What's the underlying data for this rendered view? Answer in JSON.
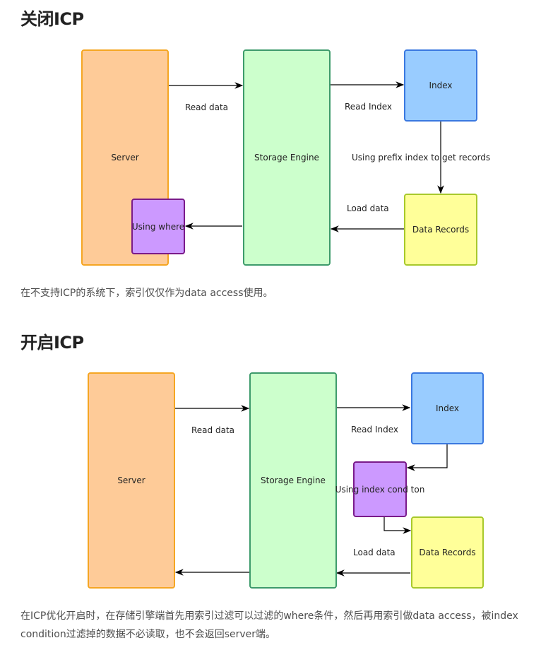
{
  "section1": {
    "title": "关闭ICP",
    "diagram": {
      "boxes": {
        "server": "Server",
        "storage_engine": "Storage Engine",
        "index": "Index",
        "data_records": "Data Records",
        "using_where": "Using where"
      },
      "labels": {
        "read_data": "Read data",
        "read_index": "Read Index",
        "prefix": "Using prefix index to get records",
        "load_data": "Load data"
      }
    },
    "description": "在不支持ICP的系统下，索引仅仅作为data access使用。"
  },
  "section2": {
    "title": "开启ICP",
    "diagram": {
      "boxes": {
        "server": "Server",
        "storage_engine": "Storage Engine",
        "index": "Index",
        "data_records": "Data Records",
        "using_index_condition": "Using index cond ton"
      },
      "labels": {
        "read_data": "Read data",
        "read_index": "Read Index",
        "load_data": "Load data"
      }
    },
    "description_line1": "在ICP优化开启时，在存储引擎端首先用索引过滤可以过滤的where条件，然后再用索引做data access，被index",
    "description_line2": "condition过滤掉的数据不必读取，也不会返回server端。"
  },
  "colors": {
    "server_fill": "#fecb98",
    "server_border": "#f5a623",
    "engine_fill": "#ccffcc",
    "engine_border": "#3d9b6b",
    "index_fill": "#99ccff",
    "index_border": "#3a78e0",
    "records_fill": "#ffff99",
    "records_border": "#a8c92b",
    "filter_fill": "#cc99ff",
    "filter_border": "#7a1a8a"
  }
}
